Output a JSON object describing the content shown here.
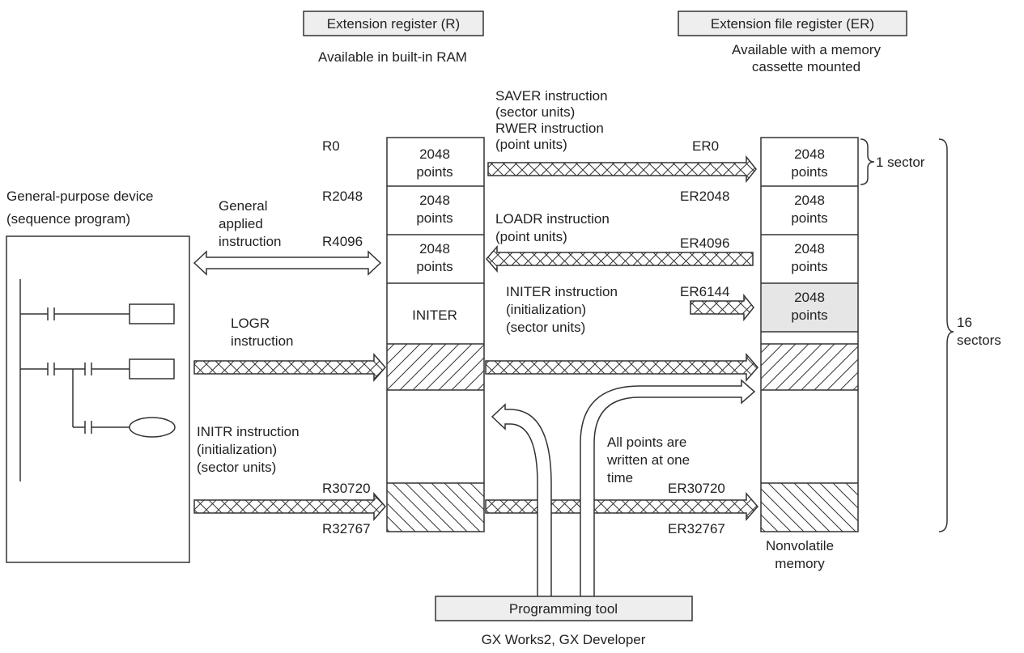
{
  "headers": {
    "ext_register": "Extension register (R)",
    "ext_register_sub": "Available in built-in RAM",
    "ext_file_register": "Extension file register (ER)",
    "ext_file_register_sub1": "Available with a memory",
    "ext_file_register_sub2": "cassette mounted"
  },
  "left": {
    "device_line1": "General-purpose device",
    "device_line2": "(sequence program)",
    "general_line1": "General",
    "general_line2": "applied",
    "general_line3": "instruction",
    "logr_line1": "LOGR",
    "logr_line2": "instruction",
    "initr_line1": "INITR instruction",
    "initr_line2": "(initialization)",
    "initr_line3": "(sector units)"
  },
  "r_block": {
    "addr_r0": "R0",
    "addr_r2048": "R2048",
    "addr_r4096": "R4096",
    "addr_r30720": "R30720",
    "addr_r32767": "R32767",
    "cell_num": "2048",
    "cell_unit": "points",
    "initer_cell": "INITER"
  },
  "middle": {
    "saver_line1": "SAVER instruction",
    "saver_line2": "(sector units)",
    "rwer_line1": "RWER instruction",
    "rwer_line2": "(point units)",
    "loadr_line1": "LOADR instruction",
    "loadr_line2": "(point units)",
    "initer_line1": "INITER instruction",
    "initer_line2": "(initialization)",
    "initer_line3": "(sector units)",
    "allpoints_line1": "All points are",
    "allpoints_line2": "written at one",
    "allpoints_line3": "time"
  },
  "er_block": {
    "addr_er0": "ER0",
    "addr_er2048": "ER2048",
    "addr_er4096": "ER4096",
    "addr_er6144": "ER6144",
    "addr_er30720": "ER30720",
    "addr_er32767": "ER32767",
    "cell_num": "2048",
    "cell_unit": "points",
    "nonvolatile_line1": "Nonvolatile",
    "nonvolatile_line2": "memory",
    "one_sector": "1 sector",
    "sectors_num": "16",
    "sectors_word": "sectors"
  },
  "tool": {
    "label": "Programming tool",
    "sub": "GX Works2, GX Developer"
  },
  "colors": {
    "stroke": "#333333",
    "header_fill": "#eeeeee",
    "highlight_fill": "#e6e6e6"
  }
}
